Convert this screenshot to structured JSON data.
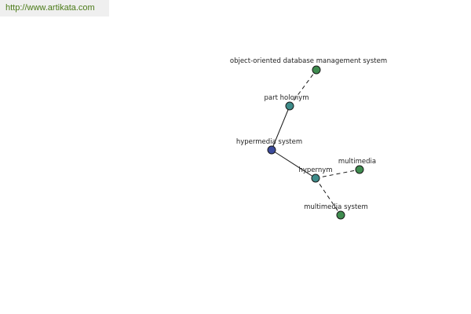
{
  "watermark": {
    "text": "http://www.artikata.com"
  },
  "diagram": {
    "colors": {
      "root_fill": "#3c4b9c",
      "relation_fill": "#3e8c8a",
      "leaf_fill": "#3f8c4f",
      "stroke": "#1a1a1a"
    },
    "nodes": [
      {
        "id": "odbms",
        "label": "object-oriented database management system",
        "kind": "leaf"
      },
      {
        "id": "part-holonym",
        "label": "part holonym",
        "kind": "relation"
      },
      {
        "id": "hypermedia-system",
        "label": "hypermedia system",
        "kind": "root"
      },
      {
        "id": "hypernym",
        "label": "hypernym",
        "kind": "relation"
      },
      {
        "id": "multimedia",
        "label": "multimedia",
        "kind": "leaf"
      },
      {
        "id": "multimedia-system",
        "label": "multimedia system",
        "kind": "leaf"
      }
    ],
    "edges": [
      {
        "from": "hypermedia-system",
        "to": "part-holonym",
        "style": "solid"
      },
      {
        "from": "part-holonym",
        "to": "odbms",
        "style": "dashed"
      },
      {
        "from": "hypermedia-system",
        "to": "hypernym",
        "style": "solid"
      },
      {
        "from": "hypernym",
        "to": "multimedia",
        "style": "dashed"
      },
      {
        "from": "hypernym",
        "to": "multimedia-system",
        "style": "dashed"
      }
    ]
  }
}
